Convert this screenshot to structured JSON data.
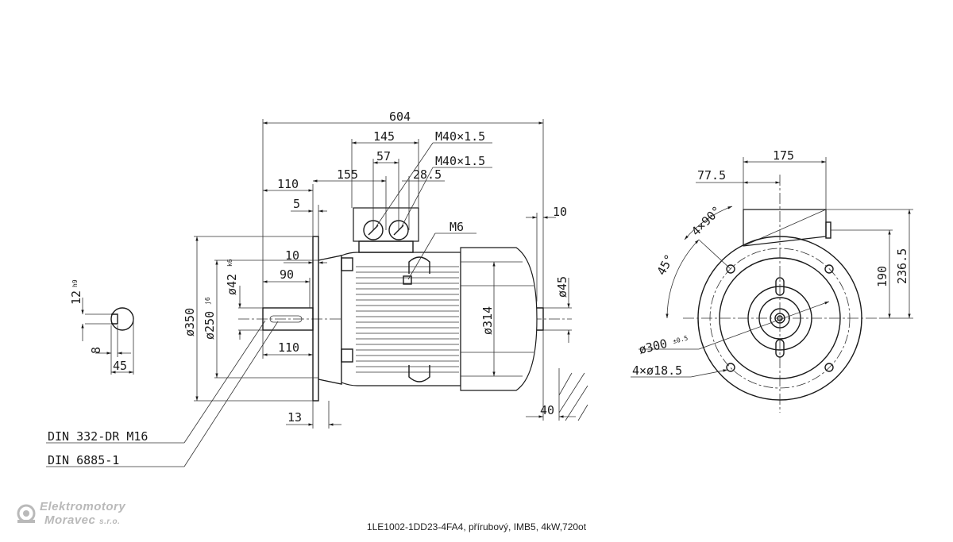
{
  "dims": {
    "d604": "604",
    "d145": "145",
    "d57": "57",
    "d155": "155",
    "d28_5": "28.5",
    "m40a": "M40×1.5",
    "m40b": "M40×1.5",
    "d110top": "110",
    "d5": "5",
    "m6": "M6",
    "d10right": "10",
    "d10left": "10",
    "d90": "90",
    "d42": "ø42",
    "d42tol": "k6",
    "d250": "ø250",
    "d250tol": "j6",
    "d350": "ø350",
    "d110bottom": "110",
    "d13": "13",
    "d314": "ø314",
    "d45": "ø45",
    "d40": "40",
    "d12": "12",
    "d12tol": "h9",
    "d8": "8",
    "d45key": "45",
    "d175": "175",
    "d77_5": "77.5",
    "d190": "190",
    "d236_5": "236.5",
    "ang4x90": "4×90°",
    "ang45": "45°",
    "d300": "ø300",
    "d300tol": "±0.5",
    "d4x18_5": "4×ø18.5"
  },
  "notes": {
    "din332": "DIN 332-DR M16",
    "din6885": "DIN 6885-1"
  },
  "caption": "1LE1002-1DD23-4FA4, přírubový, IMB5, 4kW,720ot",
  "logo": {
    "line1": "Elektromotory",
    "line2": "Moravec",
    "line2_suffix": "s.r.o."
  },
  "colors": {
    "line": "#1a1a1a",
    "logo": "#b9b9b9"
  }
}
